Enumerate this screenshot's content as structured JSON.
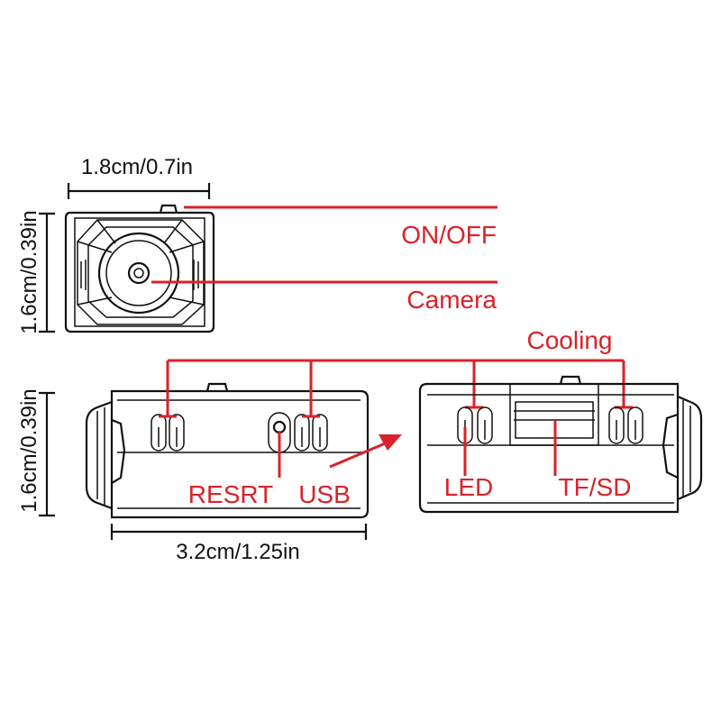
{
  "colors": {
    "callout": "#d9222a",
    "outline": "#111111",
    "background": "#ffffff"
  },
  "dimensions": {
    "width_front": "1.8cm/0.7in",
    "height_front": "1.6cm/0.39in",
    "height_side": "1.6cm/0.39in",
    "length_side": "3.2cm/1.25in"
  },
  "callouts": {
    "on_off": "ON/OFF",
    "camera": "Camera",
    "cooling": "Cooling",
    "reset": "RESRT",
    "usb": "USB",
    "led": "LED",
    "tf_sd": "TF/SD"
  }
}
